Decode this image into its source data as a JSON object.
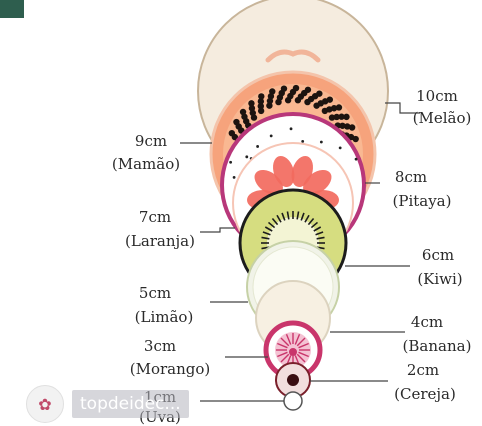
{
  "fruits": [
    {
      "size": "10cm",
      "name": "(Melão)"
    },
    {
      "size": "9cm",
      "name": "(Mamão)"
    },
    {
      "size": "8cm",
      "name": "(Pitaya)"
    },
    {
      "size": "7cm",
      "name": "(Laranja)"
    },
    {
      "size": "6cm",
      "name": "(Kiwi)"
    },
    {
      "size": "5cm",
      "name": "(Limão)"
    },
    {
      "size": "4cm",
      "name": "(Banana)"
    },
    {
      "size": "3cm",
      "name": "(Morango)"
    },
    {
      "size": "2cm",
      "name": "(Cereja)"
    },
    {
      "size": "1cm",
      "name": "(Uva)"
    }
  ],
  "watermark": {
    "text": "topdeidec..."
  },
  "colors": {
    "melon": "#f5ecdf",
    "papaya": "#f6a37c",
    "pitaya": "#b8377a",
    "orange": "#f26a5e",
    "kiwi": "#d6dd80",
    "lemon": "#f1f3e8",
    "banana": "#f7f0e2",
    "strawberry": "#c9356b",
    "cherry": "#7a1f2b",
    "grape": "#ffffff"
  }
}
